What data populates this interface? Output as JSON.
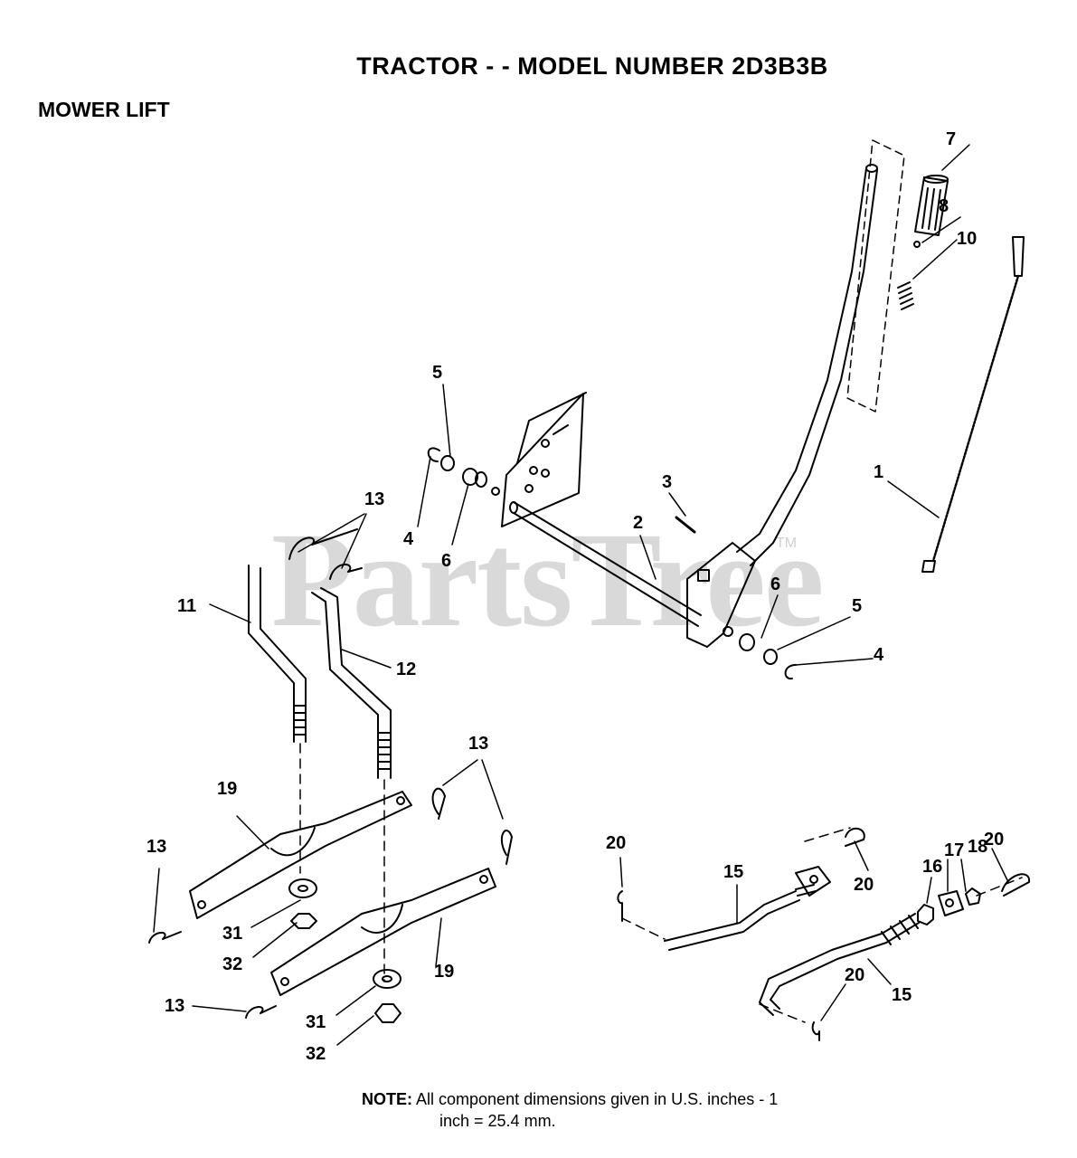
{
  "header": {
    "title": "TRACTOR - - MODEL NUMBER 2D3B3B",
    "section": "MOWER LIFT"
  },
  "watermark": {
    "text": "PartsTree",
    "mark": "TM"
  },
  "callouts": {
    "c1": "1",
    "c2": "2",
    "c3": "3",
    "c4a": "4",
    "c4b": "4",
    "c5a": "5",
    "c5b": "5",
    "c6a": "6",
    "c6b": "6",
    "c7": "7",
    "c8": "8",
    "c10": "10",
    "c11": "11",
    "c12": "12",
    "c13a": "13",
    "c13b": "13",
    "c13c": "13",
    "c13d": "13",
    "c15a": "15",
    "c15b": "15",
    "c16": "16",
    "c17": "17",
    "c18": "18",
    "c19a": "19",
    "c19b": "19",
    "c20a": "20",
    "c20b": "20",
    "c20c": "20",
    "c20d": "20",
    "c31a": "31",
    "c31b": "31",
    "c32a": "32",
    "c32b": "32"
  },
  "note": {
    "label": "NOTE:",
    "line1": "All component dimensions given in U.S. inches - 1",
    "line2": "inch = 25.4 mm."
  }
}
